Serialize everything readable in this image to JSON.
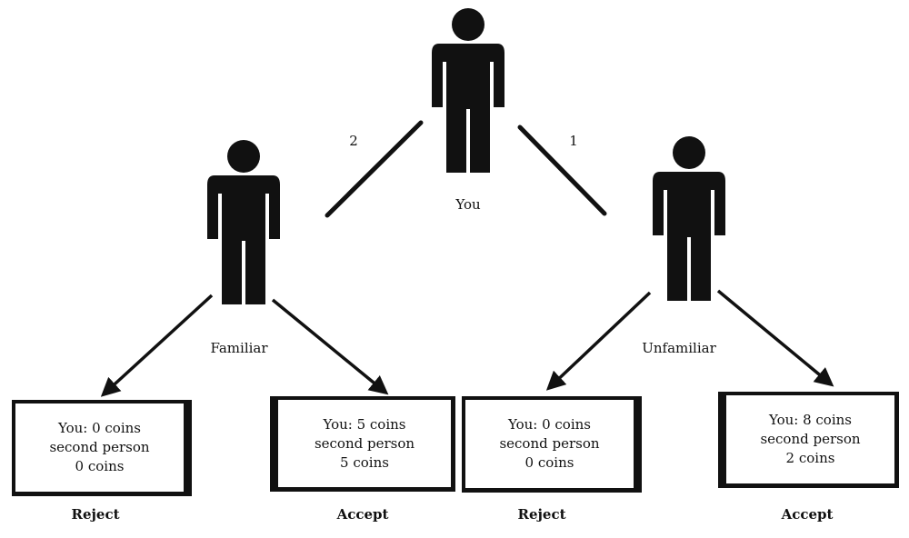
{
  "nodes": {
    "you": {
      "label": "You"
    },
    "familiar": {
      "label": "Familiar",
      "choice_number": "2"
    },
    "unfamiliar": {
      "label": "Unfamiliar",
      "choice_number": "1"
    }
  },
  "outcomes": [
    {
      "line1": "You: 0 coins",
      "line2": "second person",
      "line3": "0 coins",
      "label": "Reject"
    },
    {
      "line1": "You: 5 coins",
      "line2": "second person",
      "line3": "5 coins",
      "label": "Accept"
    },
    {
      "line1": "You: 0 coins",
      "line2": "second person",
      "line3": "0 coins",
      "label": "Reject"
    },
    {
      "line1": "You: 8 coins",
      "line2": "second person",
      "line3": "2 coins",
      "label": "Accept"
    }
  ]
}
